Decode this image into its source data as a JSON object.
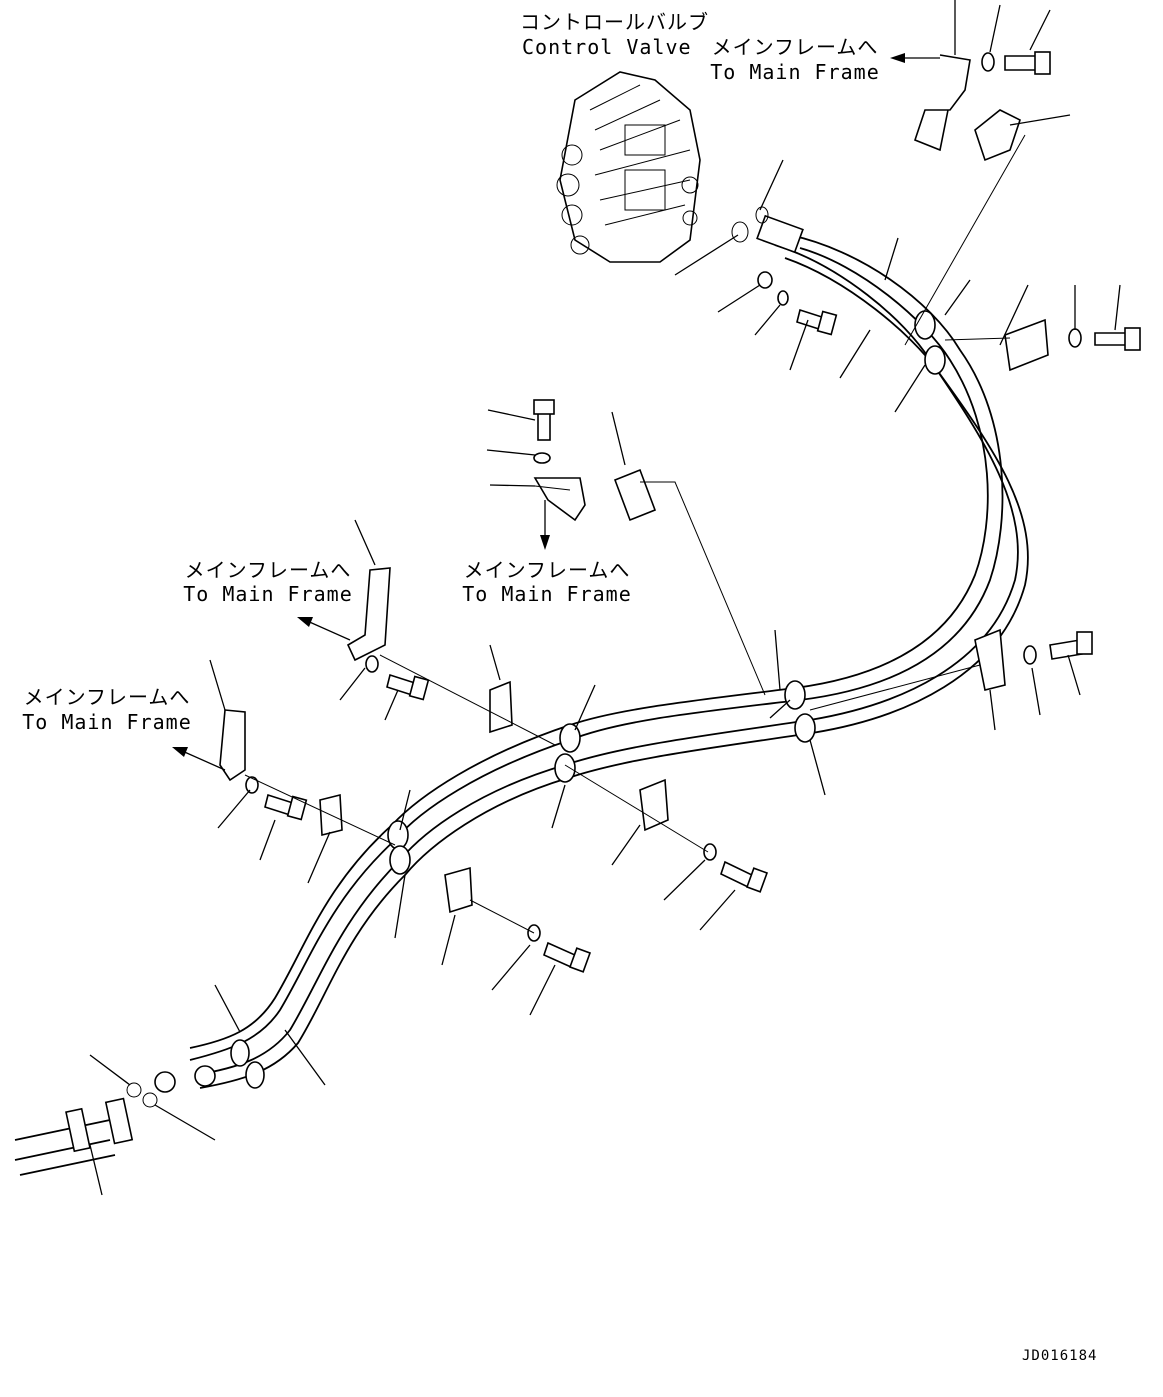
{
  "labels": {
    "control_valve_jp": "コントロールバルブ",
    "control_valve_en": "Control Valve",
    "to_main_frame_jp": "メインフレームへ",
    "to_main_frame_en": "To Main Frame"
  },
  "drawing_code": "JD016184"
}
